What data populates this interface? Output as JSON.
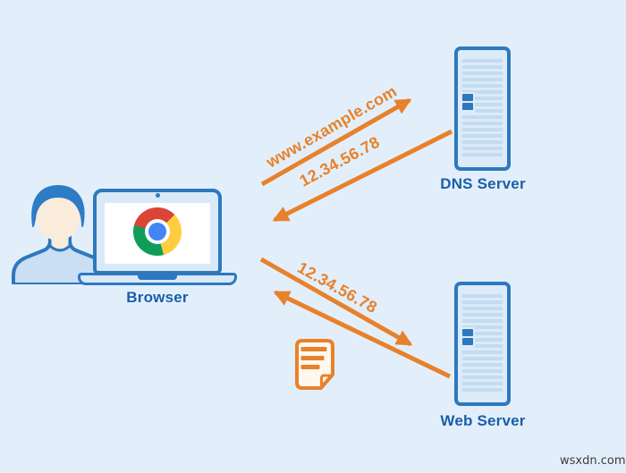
{
  "colors": {
    "background": "#E2EFFB",
    "outline_blue": "#2E78BE",
    "label_blue": "#1A5EA8",
    "panel_light_blue": "#D9E9F8",
    "stripe_blue": "#C3DCF1",
    "accent_orange": "#E8812B",
    "document_fill": "#FFF8EE",
    "skin": "#FAECDB",
    "chrome_red": "#DB4437",
    "chrome_yellow": "#FFCD40",
    "chrome_green": "#0F9D58",
    "chrome_blue": "#4285F4"
  },
  "nodes": {
    "browser": {
      "label": "Browser"
    },
    "dns_server": {
      "label": "DNS Server"
    },
    "web_server": {
      "label": "Web Server"
    }
  },
  "arrows": [
    {
      "name": "dns-request",
      "from": "browser",
      "to": "dns_server",
      "label": "www.example.com"
    },
    {
      "name": "dns-response",
      "from": "dns_server",
      "to": "browser",
      "label": "12.34.56.78"
    },
    {
      "name": "web-request",
      "from": "browser",
      "to": "web_server",
      "label": "12.34.56.78"
    },
    {
      "name": "web-response",
      "from": "web_server",
      "to": "browser",
      "label": ""
    }
  ],
  "watermark": {
    "text": "wsxdn.com"
  }
}
